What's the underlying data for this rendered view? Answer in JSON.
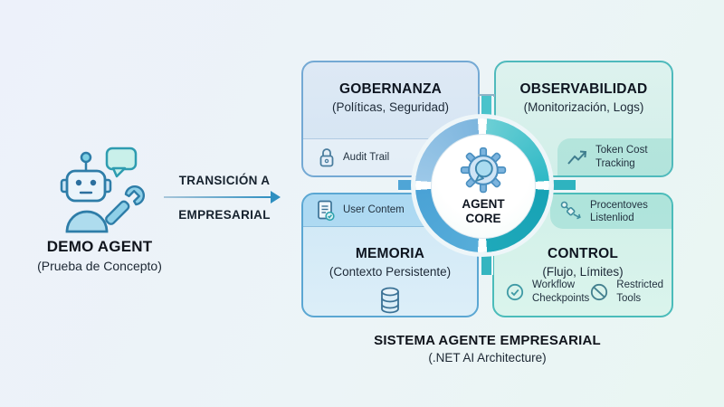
{
  "demo_agent": {
    "title": "DEMO AGENT",
    "subtitle": "(Prueba de Concepto)"
  },
  "transition": {
    "line1": "TRANSICIÓN A",
    "line2": "EMPRESARIAL"
  },
  "core": {
    "title_line1": "AGENT",
    "title_line2": "CORE"
  },
  "quadrants": {
    "gobernanza": {
      "title": "GOBERNANZA",
      "subtitle": "(Políticas, Seguridad)",
      "badge": "Audit Trail"
    },
    "observabilidad": {
      "title": "OBSERVABILIDAD",
      "subtitle": "(Monitorización, Logs)",
      "badge": "Token Cost Tracking"
    },
    "memoria": {
      "title": "MEMORIA",
      "subtitle": "(Contexto Persistente)",
      "badge": "User Contem"
    },
    "control": {
      "title": "CONTROL",
      "subtitle": "(Flujo, Límites)",
      "badge_top": "Procentoves Listenliod",
      "badge_left": "Workflow Checkpoints",
      "badge_right": "Restricted Tools"
    }
  },
  "caption": {
    "title": "SISTEMA AGENTE EMPRESARIAL",
    "subtitle": "(.NET AI Architecture)"
  },
  "icons": {
    "robot-icon": "robot with speech bubble and wrench",
    "lock-icon": "padlock",
    "trend-up-icon": "line chart trending up",
    "doc-check-icon": "document with checkmark",
    "workflow-icon": "connected process nodes",
    "database-icon": "database cylinder",
    "check-circle-icon": "circled checkmark",
    "ban-icon": "prohibited circle",
    "gear-chat-icon": "gear with chat bubble",
    "arrow-right-icon": "right arrow"
  },
  "colors": {
    "accent_blue": "#4aa2d6",
    "accent_teal": "#2fb3bf",
    "ring_light_blue": "#9cc8e8",
    "ring_teal": "#2fb9c6",
    "ring_dark_teal": "#17a2b5",
    "card_blue_border": "#74a9d4",
    "card_teal_border": "#4fbabc",
    "arrow_blue": "#2e8fc0",
    "text_dark": "#10141c"
  }
}
